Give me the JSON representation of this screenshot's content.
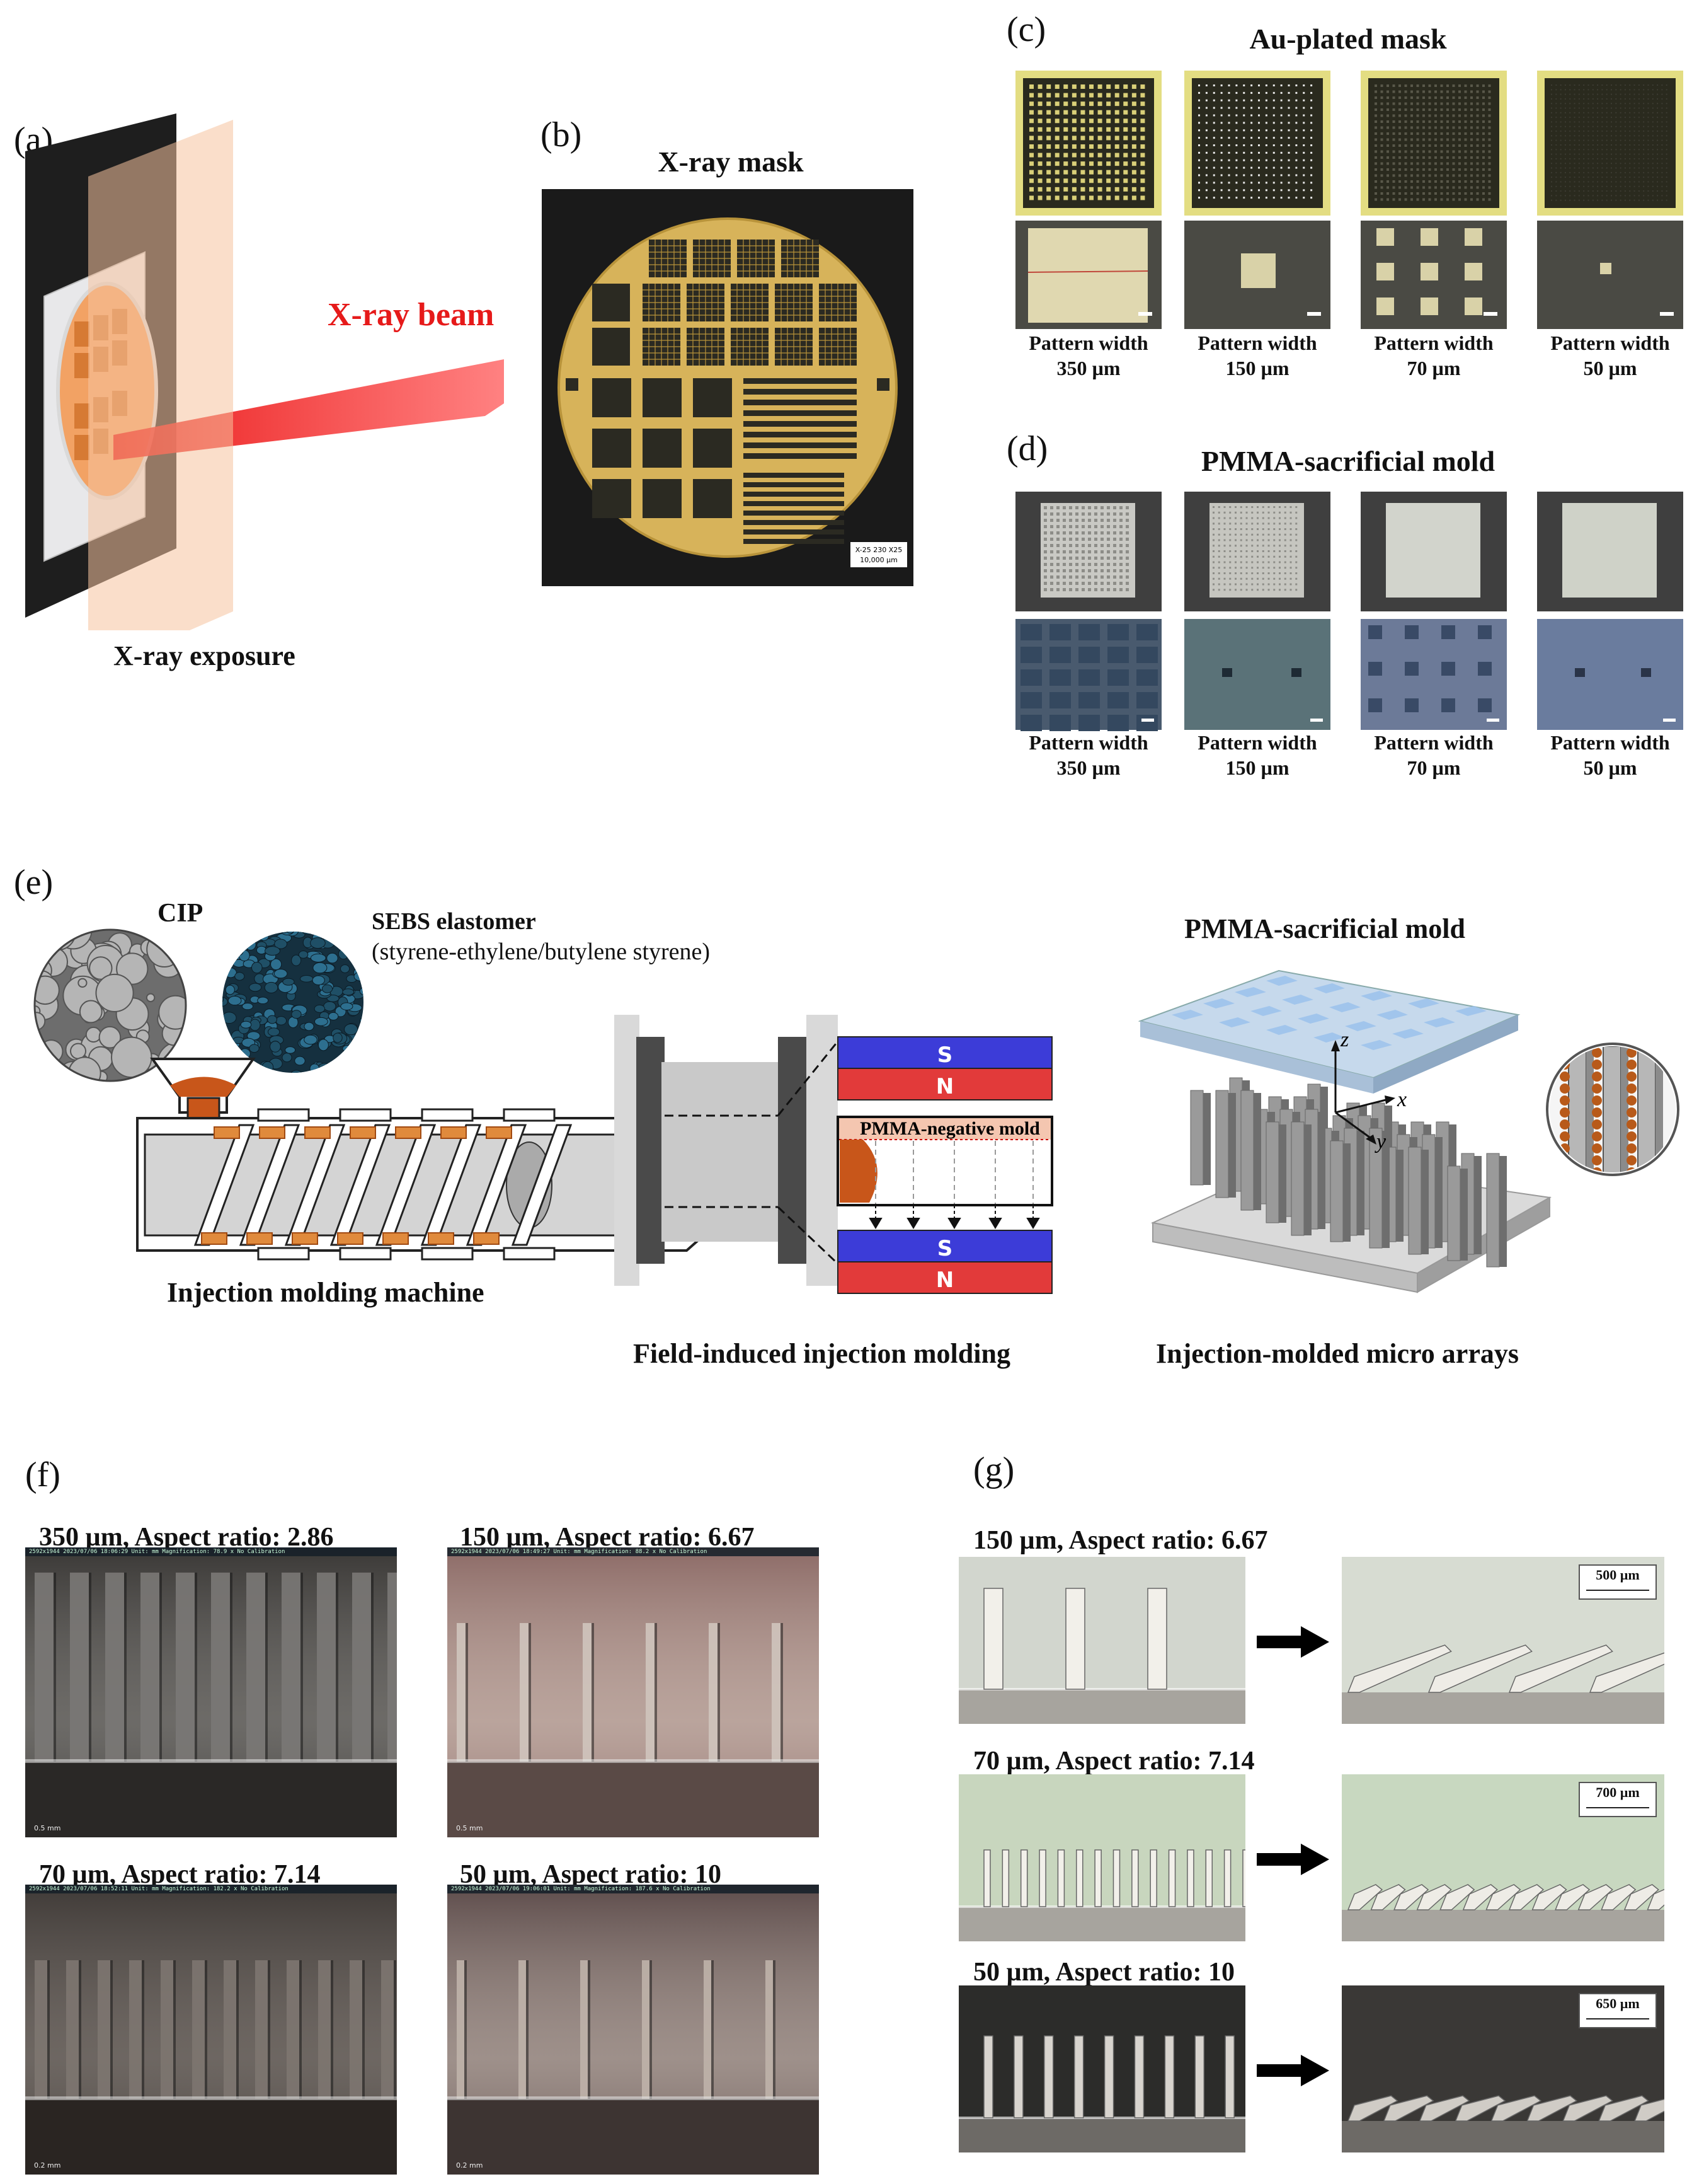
{
  "panel_labels": {
    "a": "(a)",
    "b": "(b)",
    "c": "(c)",
    "d": "(d)",
    "e": "(e)",
    "f": "(f)",
    "g": "(g)"
  },
  "panel_a": {
    "beam_label": "X-ray beam",
    "caption": "X-ray exposure"
  },
  "panel_b": {
    "title": "X-ray mask",
    "scale_text_1": "X-25 230 X25",
    "scale_text_2": "10,000 µm"
  },
  "panel_c": {
    "title": "Au-plated mask",
    "items": [
      {
        "line1": "Pattern width",
        "line2": "350 µm"
      },
      {
        "line1": "Pattern width",
        "line2": "150 µm"
      },
      {
        "line1": "Pattern width",
        "line2": "70 µm"
      },
      {
        "line1": "Pattern width",
        "line2": "50 µm"
      }
    ]
  },
  "panel_d": {
    "title": "PMMA-sacrificial mold",
    "items": [
      {
        "line1": "Pattern width",
        "line2": "350 µm"
      },
      {
        "line1": "Pattern width",
        "line2": "150 µm"
      },
      {
        "line1": "Pattern width",
        "line2": "70 µm"
      },
      {
        "line1": "Pattern width",
        "line2": "50 µm"
      }
    ]
  },
  "panel_e": {
    "cip_label": "CIP",
    "sebs_label": "SEBS elastomer",
    "sebs_sub": "(styrene-ethylene/butylene styrene)",
    "machine_caption": "Injection molding machine",
    "molding_caption": "Field-induced injection molding",
    "mold_title": "PMMA-sacrificial mold",
    "arrays_caption": "Injection-molded micro arrays",
    "negative_mold": "PMMA-negative mold",
    "pole_s": "S",
    "pole_n": "N",
    "axis_x": "x",
    "axis_y": "y",
    "axis_z": "z",
    "colors": {
      "magnet_blue": "#3c3cd8",
      "magnet_red": "#e23a3a",
      "particle": "#b85a1a"
    }
  },
  "panel_f": {
    "items": [
      {
        "caption": "350 µm, Aspect ratio: 2.86",
        "infobar": "2592x1944  2023/07/06 18:06:29  Unit: mm  Magnification: 78.9 x  No Calibration",
        "scale": "0.5 mm"
      },
      {
        "caption": "150 µm, Aspect ratio: 6.67",
        "infobar": "2592x1944  2023/07/06 18:49:27  Unit: mm  Magnification: 88.2 x  No Calibration",
        "scale": "0.5 mm"
      },
      {
        "caption": "70 µm, Aspect ratio: 7.14",
        "infobar": "2592x1944  2023/07/06 18:52:11  Unit: mm  Magnification: 182.2 x  No Calibration",
        "scale": "0.2 mm"
      },
      {
        "caption": "50 µm, Aspect ratio: 10",
        "infobar": "2592x1944  2023/07/06 19:06:01  Unit: mm  Magnification: 187.6 x  No Calibration",
        "scale": "0.2 mm"
      }
    ]
  },
  "panel_g": {
    "items": [
      {
        "caption": "150 µm, Aspect ratio: 6.67",
        "scale": "500 µm"
      },
      {
        "caption": "70 µm, Aspect ratio: 7.14",
        "scale": "700 µm"
      },
      {
        "caption": "50 µm, Aspect ratio: 10",
        "scale": "650 µm"
      }
    ]
  }
}
